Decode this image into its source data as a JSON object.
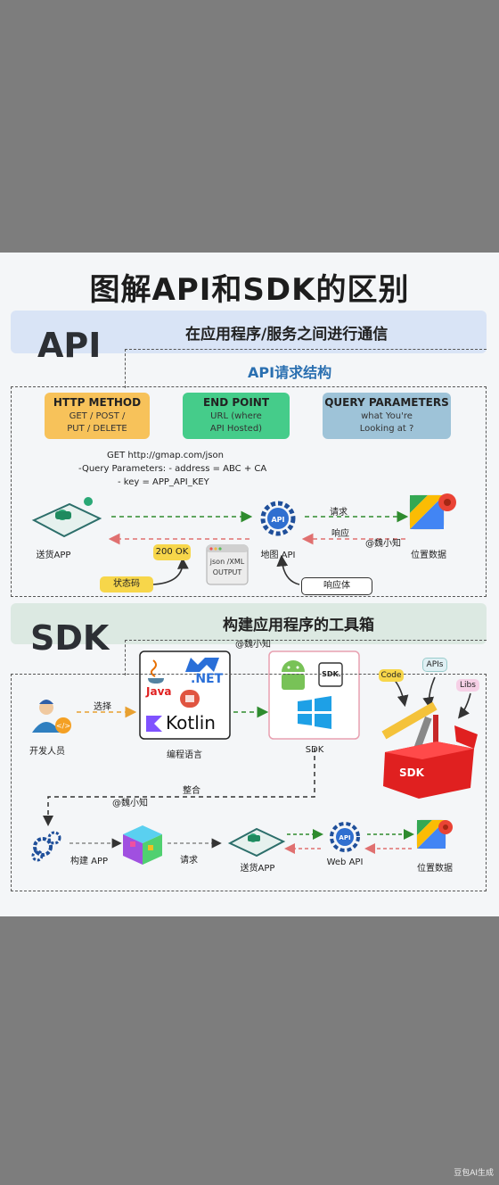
{
  "title": "图解API和SDK的区别",
  "api": {
    "label": "API",
    "subtitle": "在应用程序/服务之间进行通信",
    "structure_title": "API请求结构",
    "boxes": [
      {
        "heading": "HTTP METHOD",
        "line1": "GET / POST /",
        "line2": "PUT / DELETE",
        "color": "#f7c25a"
      },
      {
        "heading": "END POINT",
        "line1": "URL (where",
        "line2": "API Hosted)",
        "color": "#45cc8a"
      },
      {
        "heading": "QUERY PARAMETERS",
        "line1": "what You're",
        "line2": "Looking at ?",
        "color": "#9ec3d8"
      }
    ],
    "request_lines": [
      "GET    http://gmap.com/json",
      "-Query Parameters: - address = ABC + CA",
      "- key = APP_API_KEY"
    ],
    "nodes": {
      "delivery_app": "送货APP",
      "map_api": "地图 API",
      "location_data": "位置数据"
    },
    "arrows": {
      "request": "请求",
      "response": "响应"
    },
    "watermark": "@魏小知",
    "status_ok": "200 OK",
    "status_code": "状态码",
    "output_line1": "json /XML",
    "output_line2": "OUTPUT",
    "response_body": "响应体"
  },
  "sdk": {
    "label": "SDK",
    "subtitle": "构建应用程序的工具箱",
    "watermark_top": "@魏小知",
    "developer": "开发人员",
    "choose": "选择",
    "languages": {
      "java": "Java",
      "net": ".NET",
      "kotlin": "Kotlin"
    },
    "lang_caption": "编程语言",
    "sdk_caption": "SDK",
    "sdk_badge": "SDK.",
    "toolbox_tags": [
      "Code",
      "APIs",
      "Libs"
    ],
    "toolbox_label": "SDK",
    "integrate": "整合",
    "watermark_bottom": "@魏小知",
    "flow": {
      "build_app": "构建 APP",
      "request": "请求",
      "delivery_app": "送货APP",
      "web_api": "Web API",
      "location_data": "位置数据"
    }
  },
  "corner_tag": "豆包AI生成",
  "colors": {
    "green_arrow": "#2e8b2e",
    "red_arrow": "#e07070",
    "orange_arrow": "#e8a030",
    "kotlin_purple": "#7f52ff"
  }
}
